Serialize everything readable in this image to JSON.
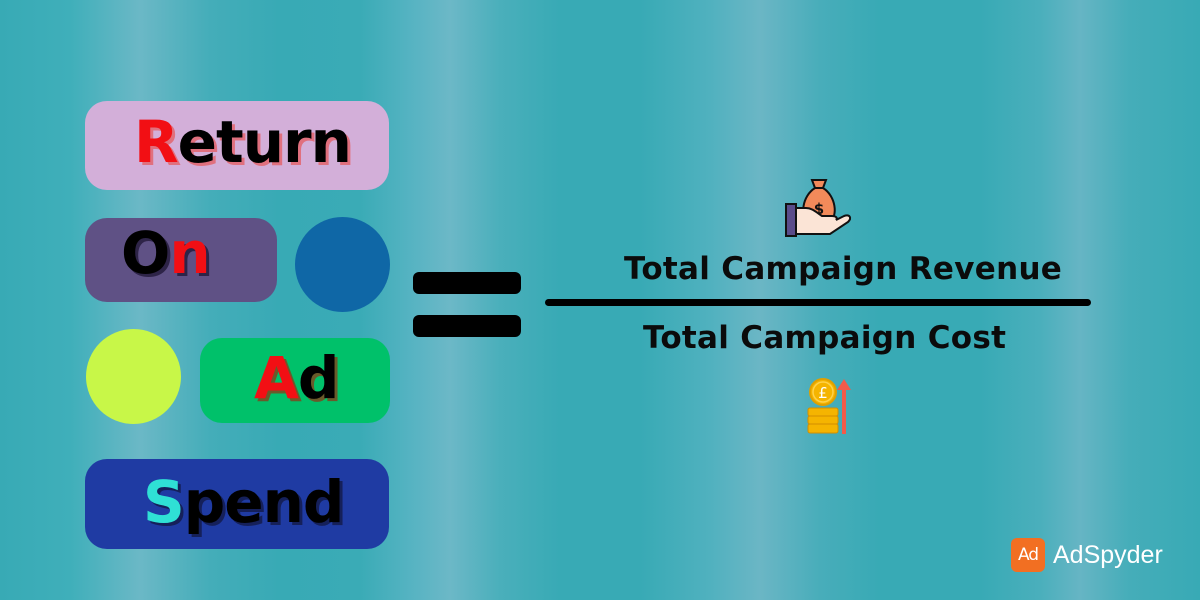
{
  "acronym": {
    "return": {
      "first": "R",
      "rest": "eturn",
      "first_color": "#f20f14",
      "rest_color": "#000000",
      "box_color": "#d3afd9",
      "shadow_color": "#e0707e"
    },
    "on": {
      "first": "O",
      "rest": "n",
      "first_color": "#000000",
      "rest_color": "#f20f14",
      "box_color": "#5f5185",
      "shadow_color": "#2e2448"
    },
    "ad": {
      "first": "A",
      "rest": "d",
      "first_color": "#f20f14",
      "rest_color": "#000000",
      "box_color": "#00c16a",
      "shadow_color": "#6a5a2a"
    },
    "spend": {
      "first": "S",
      "rest": "pend",
      "first_color": "#2fe0d5",
      "rest_color": "#000000",
      "box_color": "#1f3ba3",
      "shadow_color": "#15205a"
    }
  },
  "decor": {
    "blue_circle_color": "#0f67a6",
    "yellow_circle_color": "#c8f748",
    "background_color": "#38aab5"
  },
  "equals_sign": "=",
  "formula": {
    "numerator": "Total Campaign Revenue",
    "denominator": "Total Campaign Cost",
    "numerator_icon": "money-bag-in-hand-icon",
    "denominator_icon": "pound-coins-rising-icon"
  },
  "brand": {
    "logo_mark": "Ad",
    "name": "AdSpyder",
    "logo_color": "#f26f22"
  }
}
